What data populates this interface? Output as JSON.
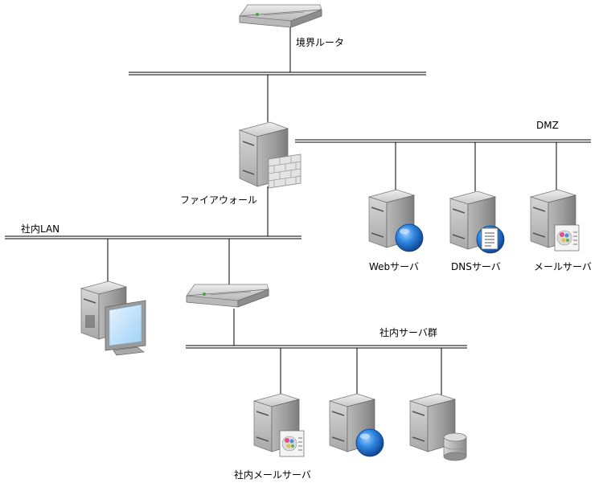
{
  "diagram": {
    "labels": {
      "border_router": "境界ルータ",
      "firewall": "ファイアウォール",
      "dmz": "DMZ",
      "web_server": "Webサーバ",
      "dns_server": "DNSサーバ",
      "mail_server": "メールサーバ",
      "internal_lan": "社内LAN",
      "internal_server_group": "社内サーバ群",
      "internal_mail_server": "社内メールサーバ"
    },
    "colors": {
      "line": "#000000",
      "server_body": "#9a9a9a",
      "server_front": "#c4c4c4",
      "globe_blue": "#1f6fd0",
      "firewall_brick": "#d8d8d8"
    },
    "icons": {
      "border_router": "router-icon",
      "firewall": "firewall-server-icon",
      "web_server": "web-server-icon",
      "dns_server": "dns-server-icon",
      "mail_server": "mail-server-icon",
      "workstation": "workstation-icon",
      "internal_switch": "switch-icon",
      "internal_mail_server": "mail-server-icon",
      "internal_web_server": "web-server-icon",
      "internal_db_server": "database-server-icon"
    }
  }
}
